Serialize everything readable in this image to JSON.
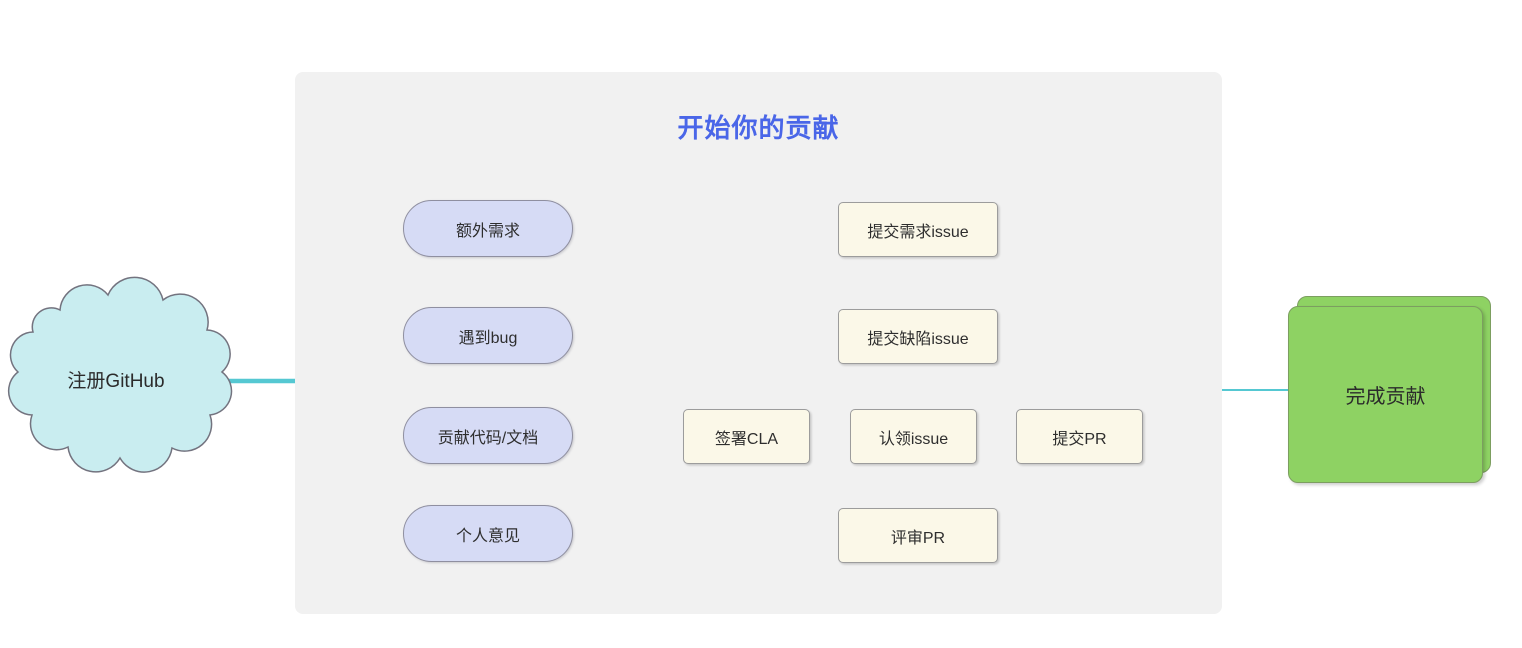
{
  "diagram": {
    "start_node": {
      "label": "注册GitHub"
    },
    "group": {
      "title": "开始你的贡献",
      "branches": [
        {
          "source": "额外需求",
          "steps": [
            "提交需求issue"
          ]
        },
        {
          "source": "遇到bug",
          "steps": [
            "提交缺陷issue"
          ]
        },
        {
          "source": "贡献代码/文档",
          "steps": [
            "签署CLA",
            "认领issue",
            "提交PR"
          ]
        },
        {
          "source": "个人意见",
          "steps": [
            "评审PR"
          ]
        }
      ]
    },
    "end_node": {
      "label": "完成贡献"
    },
    "colors": {
      "title_text": "#4a66e8",
      "connector": "#55c8d2",
      "connector_dark": "#4f4f4f",
      "group_background": "#f1f1f1",
      "source_node_fill": "#d6dbf5",
      "step_node_fill": "#fbf8e8",
      "start_node_fill": "#c9edf0",
      "end_node_fill": "#8ed263"
    }
  }
}
